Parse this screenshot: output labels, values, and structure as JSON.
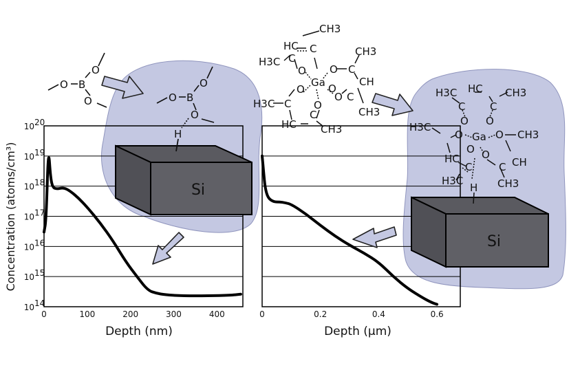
{
  "left_panel": {
    "si_label": "Si",
    "molecule": {
      "atoms_free": [
        "O",
        "B",
        "O",
        "O"
      ],
      "atoms_adsorbed": [
        "O",
        "B",
        "O",
        "O"
      ],
      "hydrogen": "H"
    }
  },
  "right_panel": {
    "si_label": "Si",
    "molecule_free": {
      "labels": [
        "CH3",
        "HC",
        "H3C",
        "C",
        "C",
        "O",
        "O",
        "Ga",
        "O",
        "O",
        "C",
        "CH",
        "CH3",
        "H3C",
        "C",
        "O",
        "O",
        "C",
        "HC",
        "C",
        "CH3",
        "CH3"
      ]
    },
    "molecule_adsorbed": {
      "labels": [
        "H3C",
        "HC",
        "CH3",
        "C",
        "C",
        "O",
        "O",
        "O",
        "Ga",
        "O",
        "O",
        "O",
        "H3C",
        "CH3",
        "HC",
        "CH",
        "H3C",
        "CH3",
        "C",
        "C"
      ],
      "hydrogen": "H"
    }
  },
  "chart_data": [
    {
      "type": "line",
      "xlabel": "Depth (nm)",
      "ylabel": "Concentration (atoms/cm³)",
      "y_scale": "log",
      "ylim": [
        100000000000000.0,
        1e+20
      ],
      "xlim": [
        0,
        460
      ],
      "x_ticks": [
        "0",
        "100",
        "200",
        "300",
        "400"
      ],
      "y_ticks": [
        "10",
        "10",
        "10",
        "10",
        "10",
        "10",
        "10"
      ],
      "y_tick_exponents": [
        "14",
        "15",
        "16",
        "17",
        "18",
        "19",
        "20"
      ],
      "series": [
        {
          "x": [
            0,
            5,
            10,
            15,
            20,
            30,
            45,
            60,
            80,
            100,
            130,
            160,
            190,
            215,
            240,
            260,
            280,
            320,
            380,
            430,
            455
          ],
          "y": [
            3e+16,
            8e+16,
            2e+19,
            2e+18,
            9e+17,
            8e+17,
            9e+17,
            7e+17,
            4e+17,
            2e+17,
            6e+16,
            1.5e+16,
            3000000000000000.0,
            1000000000000000.0,
            350000000000000.0,
            280000000000000.0,
            250000000000000.0,
            230000000000000.0,
            230000000000000.0,
            240000000000000.0,
            260000000000000.0
          ]
        }
      ]
    },
    {
      "type": "line",
      "xlabel": "Depth (μm)",
      "y_scale": "log",
      "ylim": [
        100000000000000.0,
        1e+20
      ],
      "xlim": [
        0,
        0.68
      ],
      "x_ticks": [
        "0",
        "0.2",
        "0.4",
        "0.6"
      ],
      "series": [
        {
          "x": [
            0,
            0.005,
            0.01,
            0.02,
            0.04,
            0.06,
            0.08,
            0.1,
            0.15,
            0.2,
            0.25,
            0.3,
            0.35,
            0.4,
            0.45,
            0.5,
            0.55,
            0.58,
            0.6
          ],
          "y": [
            1e+19,
            3e+18,
            9e+17,
            4e+17,
            3e+17,
            3e+17,
            2.8e+17,
            2.5e+17,
            1.2e+17,
            5e+16,
            2.2e+16,
            1.1e+16,
            6000000000000000.0,
            3000000000000000.0,
            1000000000000000.0,
            400000000000000.0,
            200000000000000.0,
            140000000000000.0,
            120000000000000.0
          ]
        }
      ]
    }
  ]
}
